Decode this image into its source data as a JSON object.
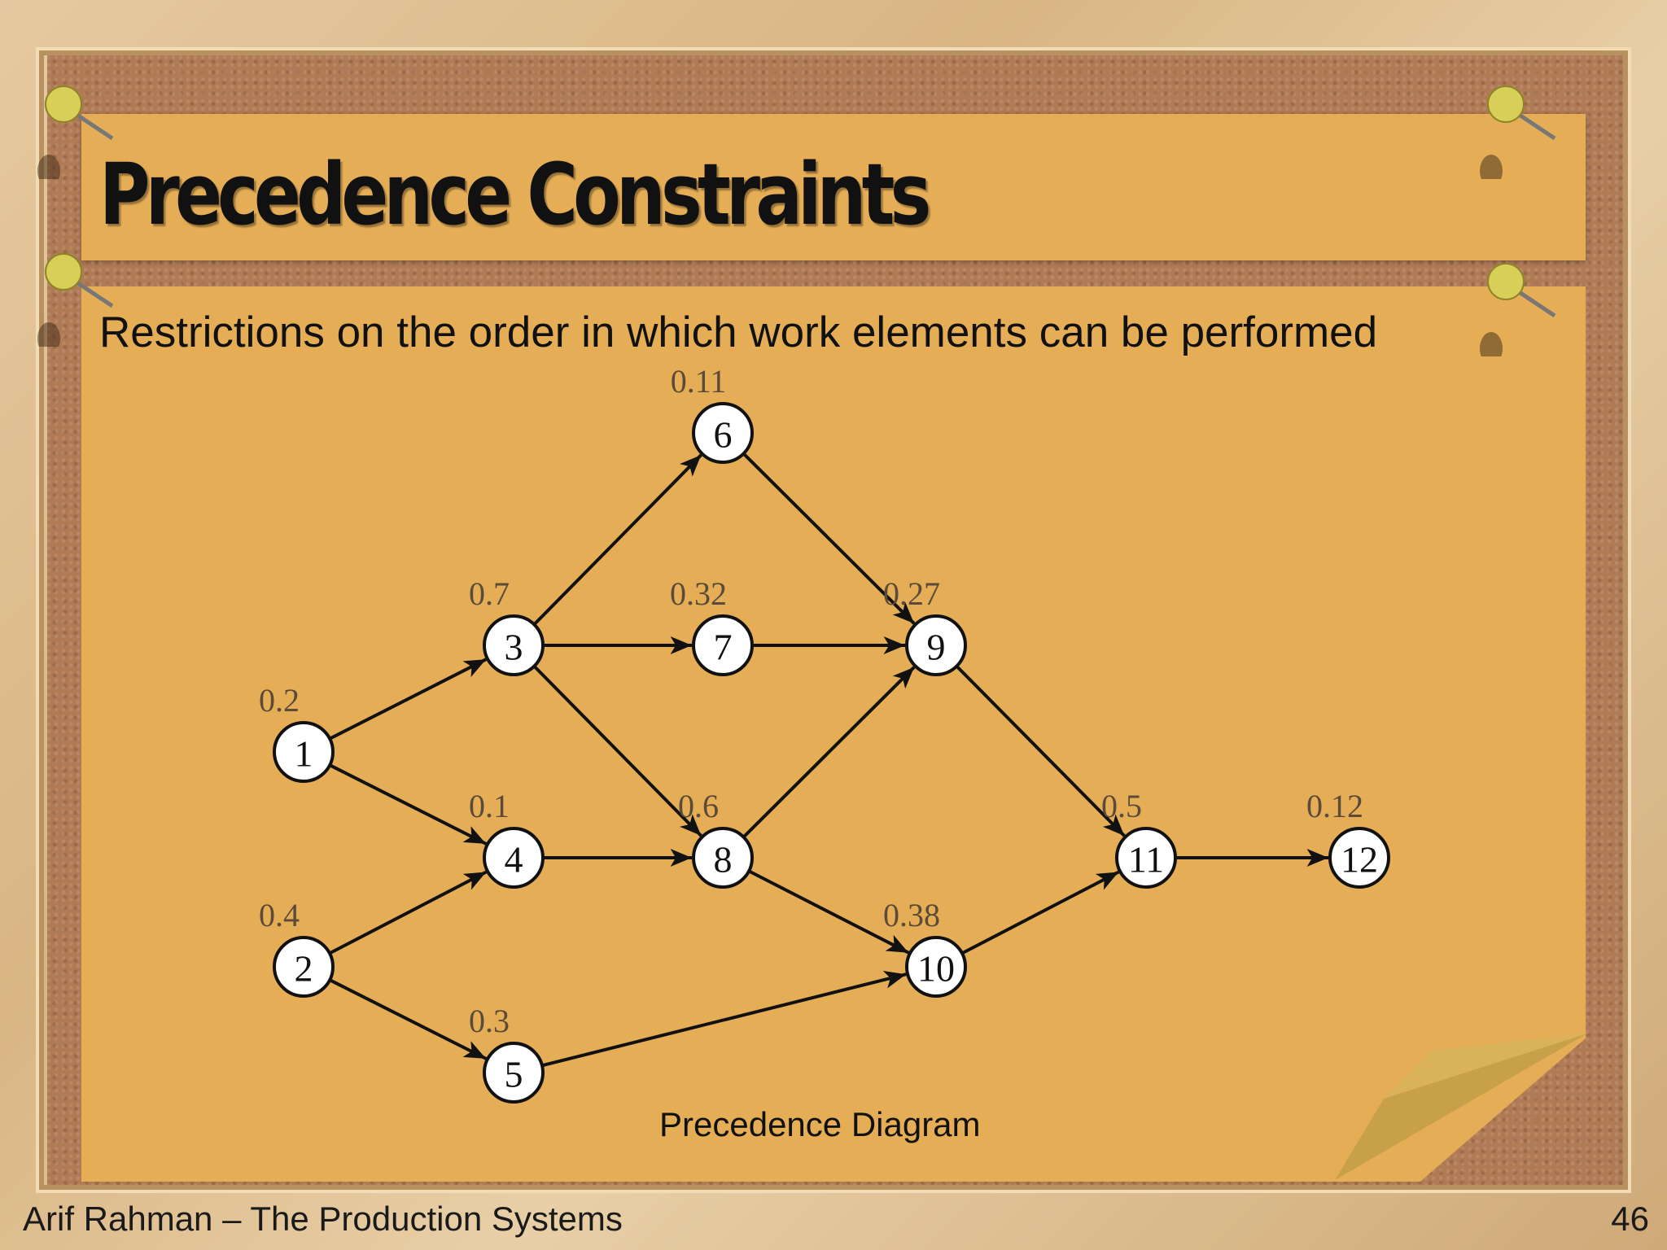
{
  "slide": {
    "title": "Precedence Constraints",
    "subtitle": "Restrictions on the order in which work elements can be performed",
    "caption": "Precedence Diagram",
    "footer": "Arif Rahman – The Production Systems",
    "page_number": "46"
  },
  "diagram": {
    "nodes": [
      {
        "id": "1",
        "time": "0.2"
      },
      {
        "id": "2",
        "time": "0.4"
      },
      {
        "id": "3",
        "time": "0.7"
      },
      {
        "id": "4",
        "time": "0.1"
      },
      {
        "id": "5",
        "time": "0.3"
      },
      {
        "id": "6",
        "time": "0.11"
      },
      {
        "id": "7",
        "time": "0.32"
      },
      {
        "id": "8",
        "time": "0.6"
      },
      {
        "id": "9",
        "time": "0.27"
      },
      {
        "id": "10",
        "time": "0.38"
      },
      {
        "id": "11",
        "time": "0.5"
      },
      {
        "id": "12",
        "time": "0.12"
      }
    ],
    "edges": [
      [
        "1",
        "3"
      ],
      [
        "1",
        "4"
      ],
      [
        "2",
        "4"
      ],
      [
        "2",
        "5"
      ],
      [
        "3",
        "6"
      ],
      [
        "3",
        "7"
      ],
      [
        "3",
        "8"
      ],
      [
        "4",
        "8"
      ],
      [
        "5",
        "10"
      ],
      [
        "6",
        "9"
      ],
      [
        "7",
        "9"
      ],
      [
        "8",
        "9"
      ],
      [
        "8",
        "10"
      ],
      [
        "9",
        "11"
      ],
      [
        "10",
        "11"
      ],
      [
        "11",
        "12"
      ]
    ]
  }
}
